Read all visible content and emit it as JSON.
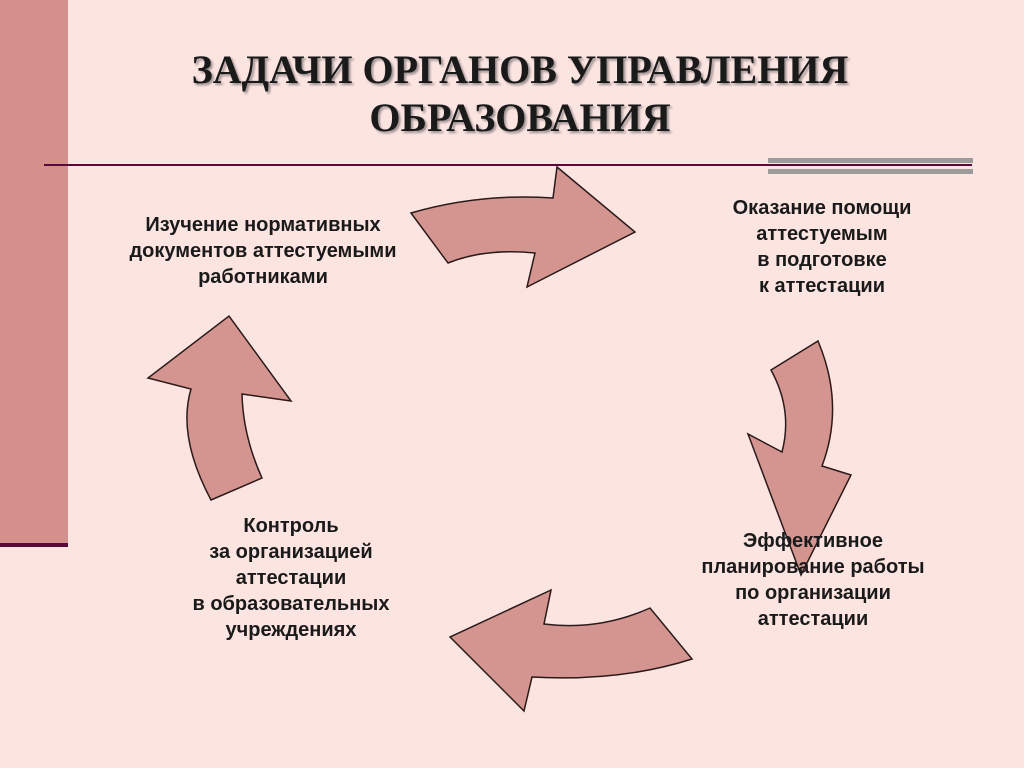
{
  "title": {
    "line1": "ЗАДАЧИ ОРГАНОВ УПРАВЛЕНИЯ",
    "line2": "ОБРАЗОВАНИЯ"
  },
  "cycle": {
    "steps": [
      "Изучение нормативных\nдокументов аттестуемыми\nработниками",
      "Оказание помощи\nаттестуемым\nв подготовке\nк аттестации",
      "Эффективное\nпланирование работы\nпо организации\nаттестации",
      "Контроль\nза организацией\nаттестации\nв образовательных\nучреждениях"
    ]
  },
  "colors": {
    "background": "#fce4e1",
    "arrow_fill": "#d49590",
    "arrow_stroke": "#2a1a1a",
    "accent_bar": "#d4908c",
    "rule": "#5a0a3a"
  }
}
